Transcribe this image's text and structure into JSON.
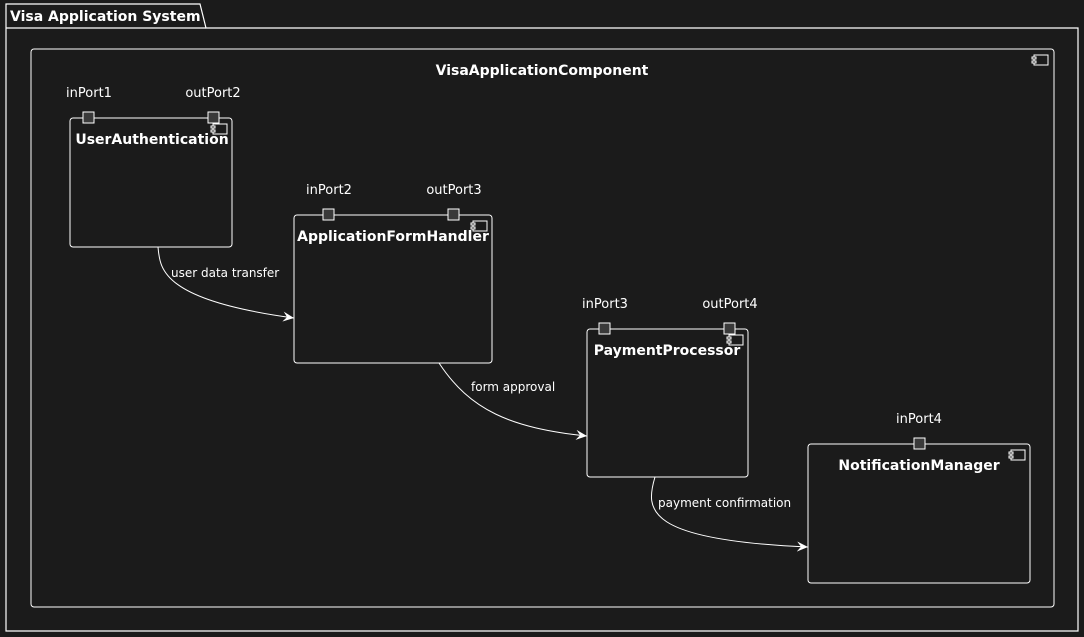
{
  "package": {
    "title": "Visa Application System"
  },
  "container": {
    "title": "VisaApplicationComponent"
  },
  "components": [
    {
      "id": "user_auth",
      "title": "UserAuthentication",
      "ports": [
        "inPort1",
        "outPort2"
      ]
    },
    {
      "id": "form_handler",
      "title": "ApplicationFormHandler",
      "ports": [
        "inPort2",
        "outPort3"
      ]
    },
    {
      "id": "payment",
      "title": "PaymentProcessor",
      "ports": [
        "inPort3",
        "outPort4"
      ]
    },
    {
      "id": "notification",
      "title": "NotificationManager",
      "ports": [
        "inPort4"
      ]
    }
  ],
  "edges": [
    {
      "from": "UserAuthentication",
      "to": "ApplicationFormHandler",
      "label": "user data transfer"
    },
    {
      "from": "ApplicationFormHandler",
      "to": "PaymentProcessor",
      "label": "form approval"
    },
    {
      "from": "PaymentProcessor",
      "to": "NotificationManager",
      "label": "payment confirmation"
    }
  ],
  "colors": {
    "background": "#1b1b1b",
    "stroke": "#ffffff",
    "port_fill": "#3a3a3a",
    "text": "#ffffff"
  }
}
